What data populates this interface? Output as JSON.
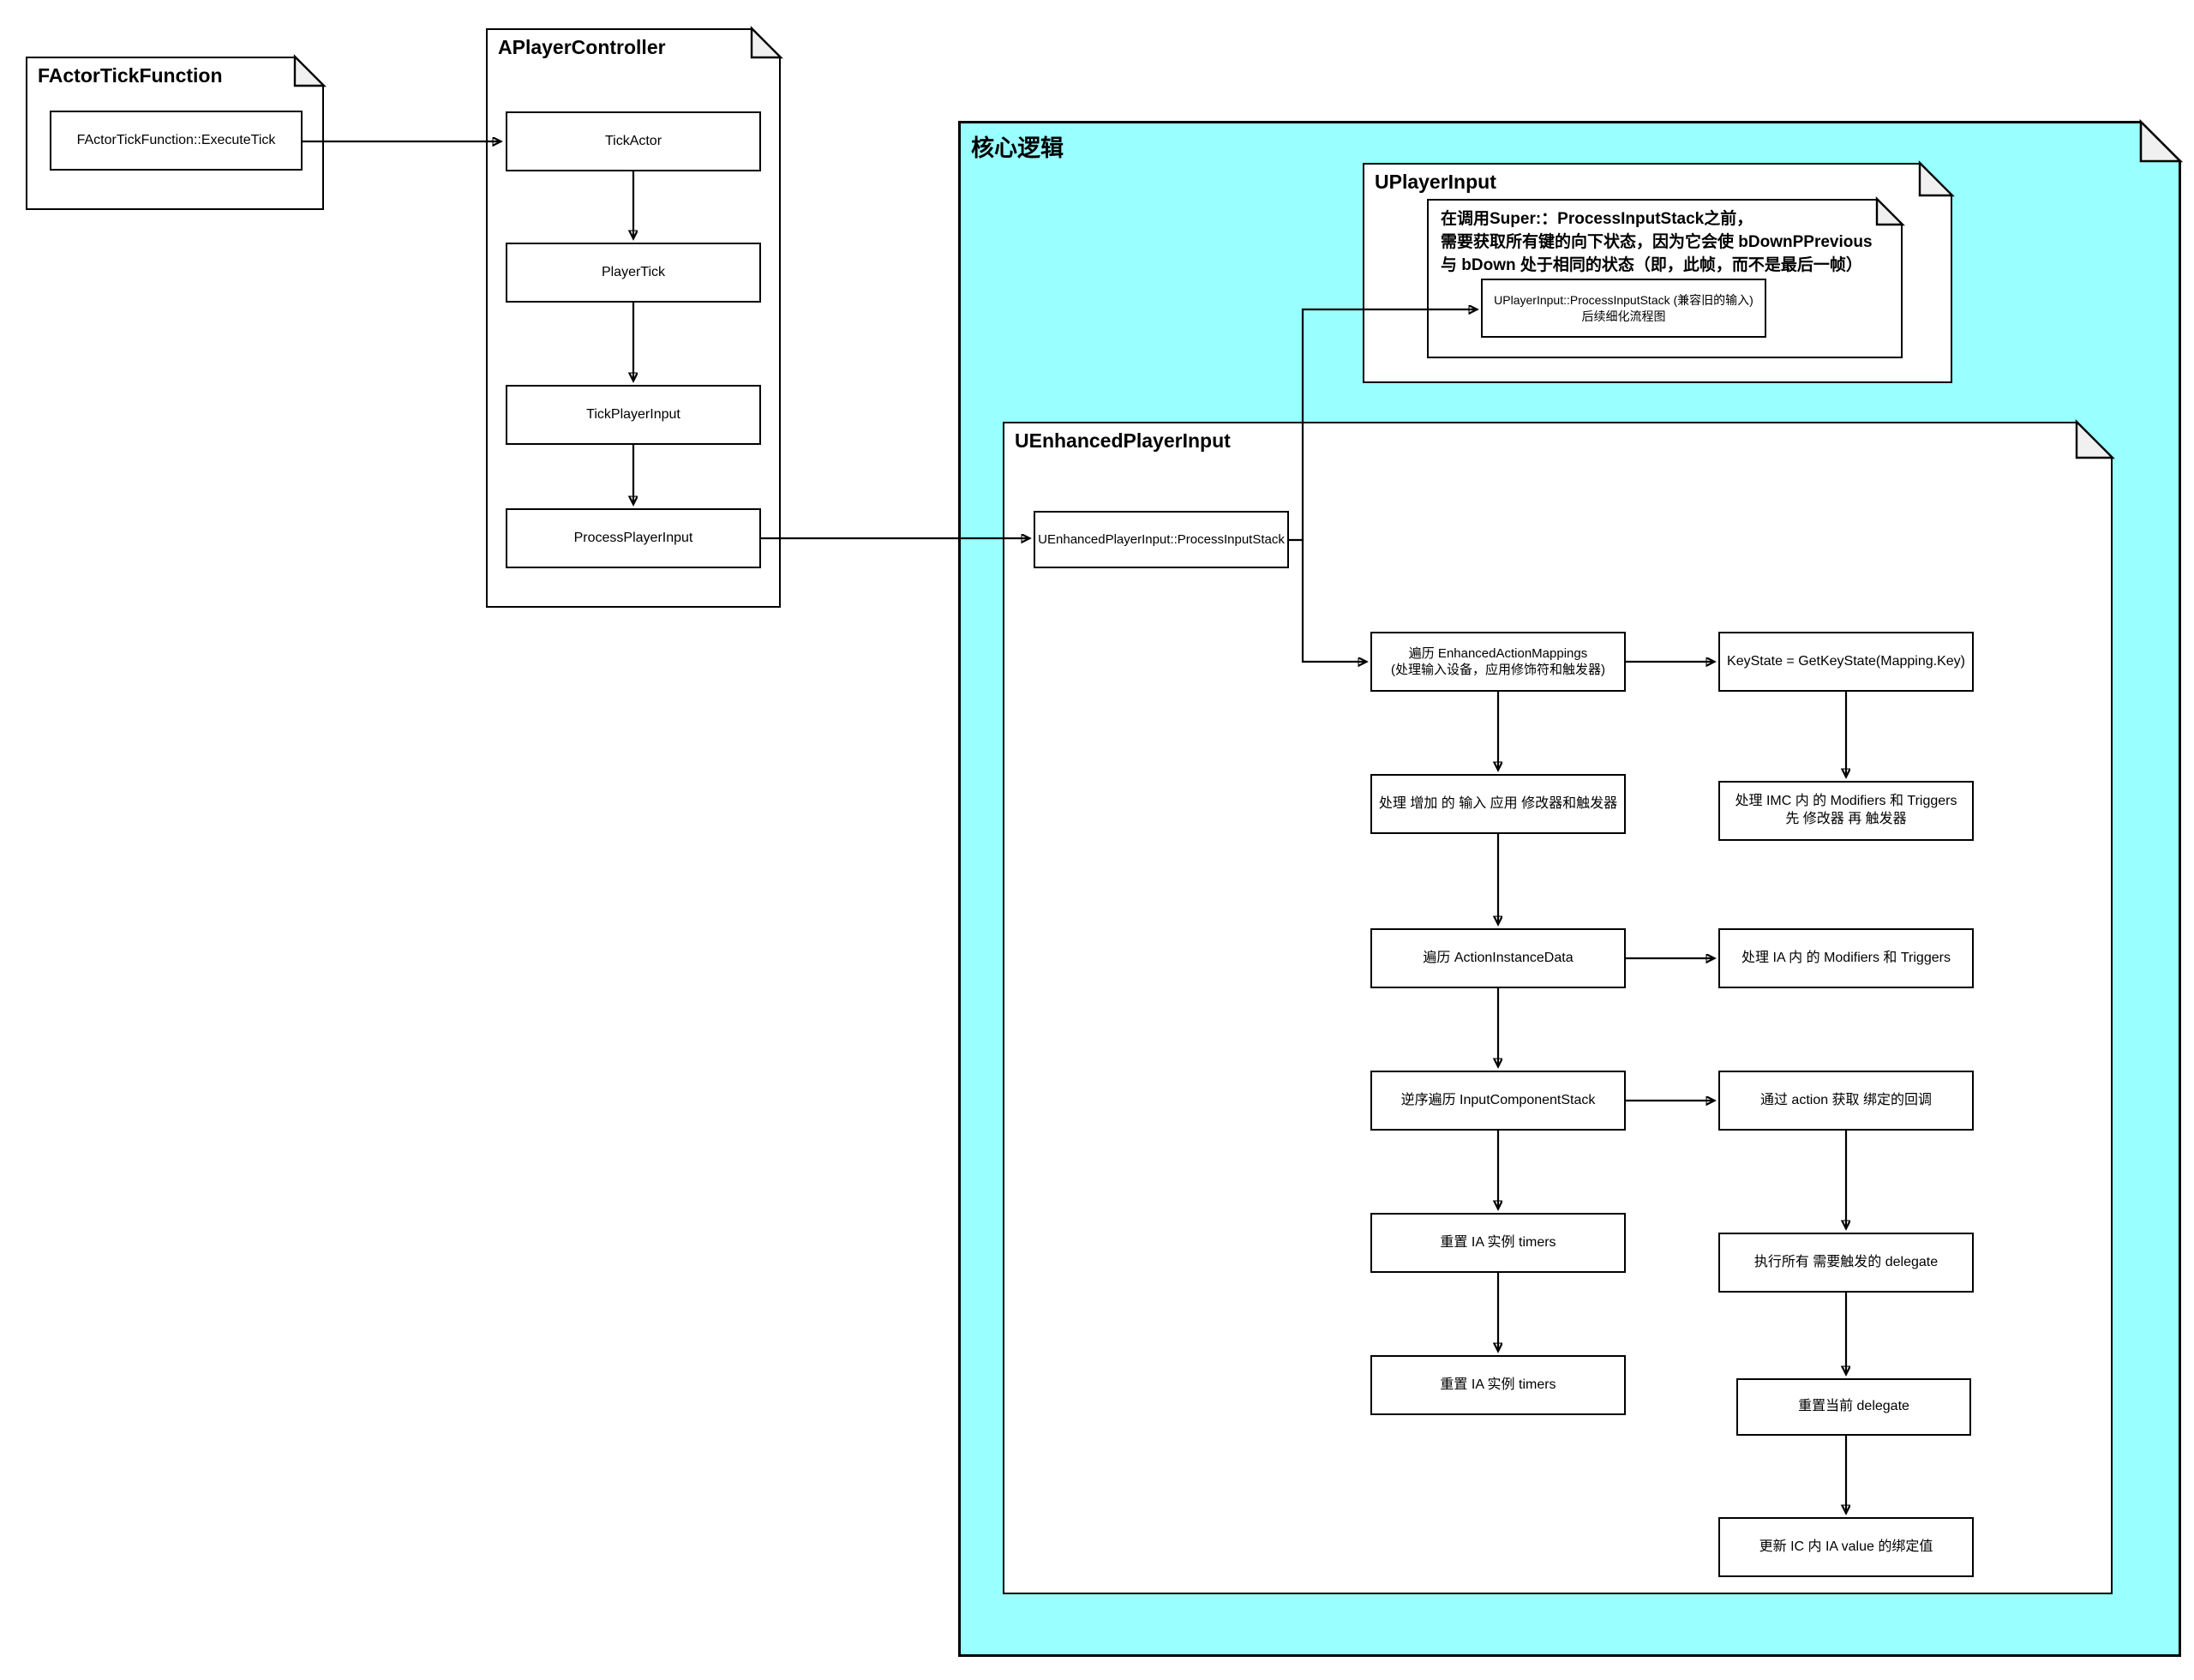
{
  "diagram": {
    "background": "#ffffff",
    "accent_cyan": "#99ffff",
    "fold_fill": "#f0f0f0",
    "stroke_color": "#000000"
  },
  "factor_tick_note": {
    "title": "FActorTickFunction",
    "execute_tick_label": "FActorTickFunction::ExecuteTick"
  },
  "player_controller_note": {
    "title": "APlayerController",
    "steps": {
      "tick_actor": "TickActor",
      "player_tick": "PlayerTick",
      "tick_player_input": "TickPlayerInput",
      "process_player_input": "ProcessPlayerInput"
    }
  },
  "core_note": {
    "title": "核心逻辑"
  },
  "uplayer_note": {
    "title": "UPlayerInput",
    "comment_lines": [
      "在调用Super:：ProcessInputStack之前，",
      "需要获取所有键的向下状态，因为它会使 bDownPPrevious",
      "与 bDown 处于相同的状态（即，此帧，而不是最后一帧）"
    ],
    "process_box_line1": "UPlayerInput::ProcessInputStack (兼容旧的输入)",
    "process_box_line2": "后续细化流程图"
  },
  "enhanced_note": {
    "title": "UEnhancedPlayerInput",
    "entry_box": "UEnhancedPlayerInput::ProcessInputStack",
    "b1_line1": "遍历 EnhancedActionMappings",
    "b1_line2": "(处理输入设备，应用修饰符和触发器)",
    "b2": "处理 增加 的 输入 应用 修改器和触发器",
    "b3": "遍历 ActionInstanceData",
    "b4": "逆序遍历 InputComponentStack",
    "b5": "重置 IA 实例 timers",
    "b6": "重置 IA 实例 timers",
    "c1": "KeyState = GetKeyState(Mapping.Key)",
    "c2_line1": "处理 IMC 内 的 Modifiers 和 Triggers",
    "c2_line2": "先 修改器 再 触发器",
    "c3": "处理 IA 内 的 Modifiers 和 Triggers",
    "c4": "通过 action 获取 绑定的回调",
    "c5": "执行所有 需要触发的 delegate",
    "c6": "重置当前 delegate",
    "c7": "更新 IC 内 IA value 的绑定值"
  }
}
